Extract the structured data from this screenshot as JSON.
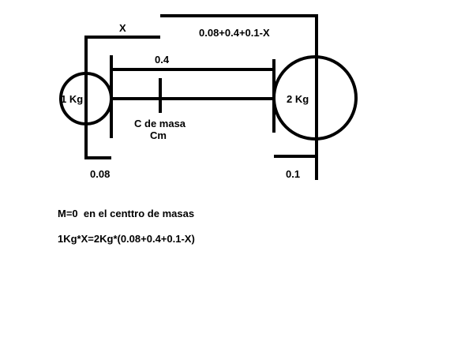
{
  "diagram": {
    "labels": {
      "x": "X",
      "distance_expr": "0.08+0.4+0.1-X",
      "bar_length": "0.4",
      "mass_small": "1 Kg",
      "mass_large": "2 Kg",
      "center_line1": "C de masa",
      "center_line2": "Cm",
      "radius_small": "0.08",
      "radius_large": "0.1"
    },
    "equations": {
      "moment": "M=0  en el centtro de masas",
      "balance": "1Kg*X=2Kg*(0.08+0.4+0.1-X)"
    }
  }
}
